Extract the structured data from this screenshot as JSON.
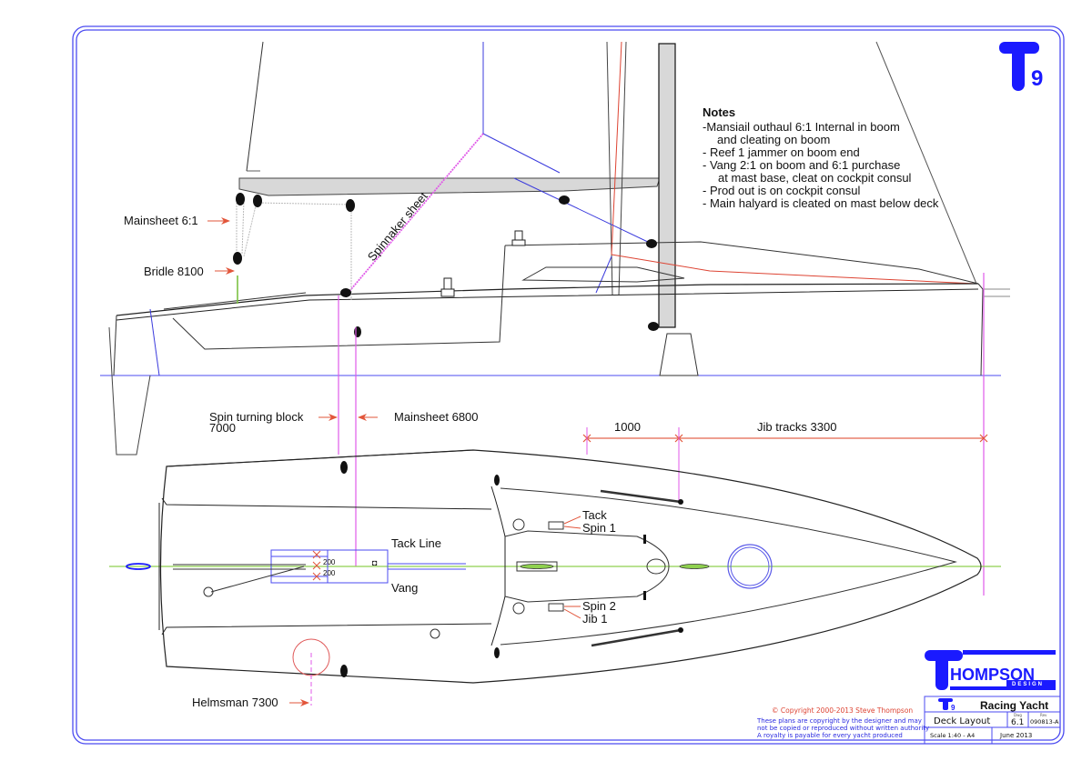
{
  "logo": {
    "letter": "T",
    "number": "9"
  },
  "notes": {
    "title": "Notes",
    "lines": [
      "-Mansiail outhaul 6:1 Internal in boom",
      "and cleating on boom",
      "- Reef 1 jammer on boom end",
      "- Vang 2:1 on boom and 6:1 purchase",
      "at mast base, cleat on cockpit consul",
      "- Prod out is on cockpit consul",
      "- Main halyard is cleated on mast below deck"
    ]
  },
  "profile_labels": {
    "mainsheet": "Mainsheet 6:1",
    "bridle": "Bridle 8100",
    "spinnaker_sheet": "Spinnaker sheet"
  },
  "dimension_labels": {
    "spin_turning_block_1": "Spin turning block",
    "spin_turning_block_2": "7000",
    "mainsheet_pos": "Mainsheet 6800",
    "track_gap": "1000",
    "jib_tracks": "Jib tracks 3300",
    "helmsman": "Helmsman 7300",
    "traveller_a": "200",
    "traveller_b": "200"
  },
  "deck_labels": {
    "tack_line": "Tack Line",
    "vang": "Vang",
    "tack": "Tack",
    "spin1": "Spin 1",
    "spin2": "Spin 2",
    "jib1": "Jib 1"
  },
  "copyright": {
    "line1": "©  Copyright 2000-2013  Steve Thompson",
    "line2": "These plans are copyright by the designer and may",
    "line3": "not be copied or reproduced without written authority",
    "line4": "A royalty is payable for every yacht produced"
  },
  "title_block": {
    "company": "HOMPSON",
    "company_sub": "DESIGN",
    "model_num": "9",
    "project": "Racing Yacht",
    "sheet_title": "Deck Layout",
    "dwg_label": "Dwg",
    "dwg": "6.1",
    "rev_label": "Rev",
    "rev": "090813-A",
    "scale": "Scale   1:40 - A4",
    "date": "June 2013"
  },
  "colors": {
    "border": "#4b4bf0",
    "brand": "#1a1aff",
    "dimension": "#e2553a",
    "magenta": "#e05ae8",
    "centerline": "#8fd14f"
  }
}
